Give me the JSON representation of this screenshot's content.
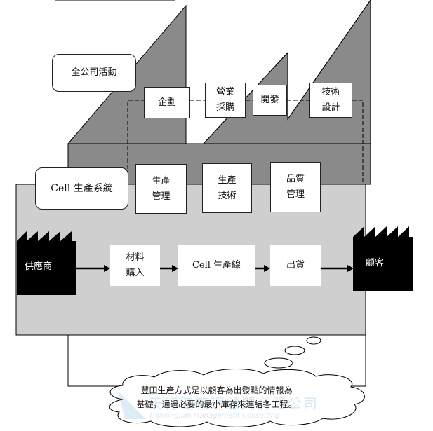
{
  "company_activity": {
    "title": "全公司活動"
  },
  "top_functions": [
    "企劃",
    "營業\n採購",
    "開發",
    "技術\n設計"
  ],
  "cell_system": {
    "title": "Cell 生產系統",
    "functions": [
      "生產\n管理",
      "生產\n技術",
      "品質\n管理"
    ]
  },
  "flow": {
    "supplier": "供應商",
    "steps": [
      "材料\n購入",
      "Cell 生產線",
      "出貨"
    ],
    "customer": "顧客"
  },
  "cloud": {
    "text": "豐田生產方式是以顧客為出發點的情報為\n基礎，通過必要的最小庫存來連結各工程。"
  },
  "watermark": {
    "text": "天行健管理顧問有限公司",
    "sub": "Tianxingjian Management Consulting"
  },
  "colors": {
    "dark_gray": "#8a8a8a",
    "medium_gray": "#b0b0b0",
    "light_gray": "#cfcfcf",
    "black": "#000000"
  }
}
